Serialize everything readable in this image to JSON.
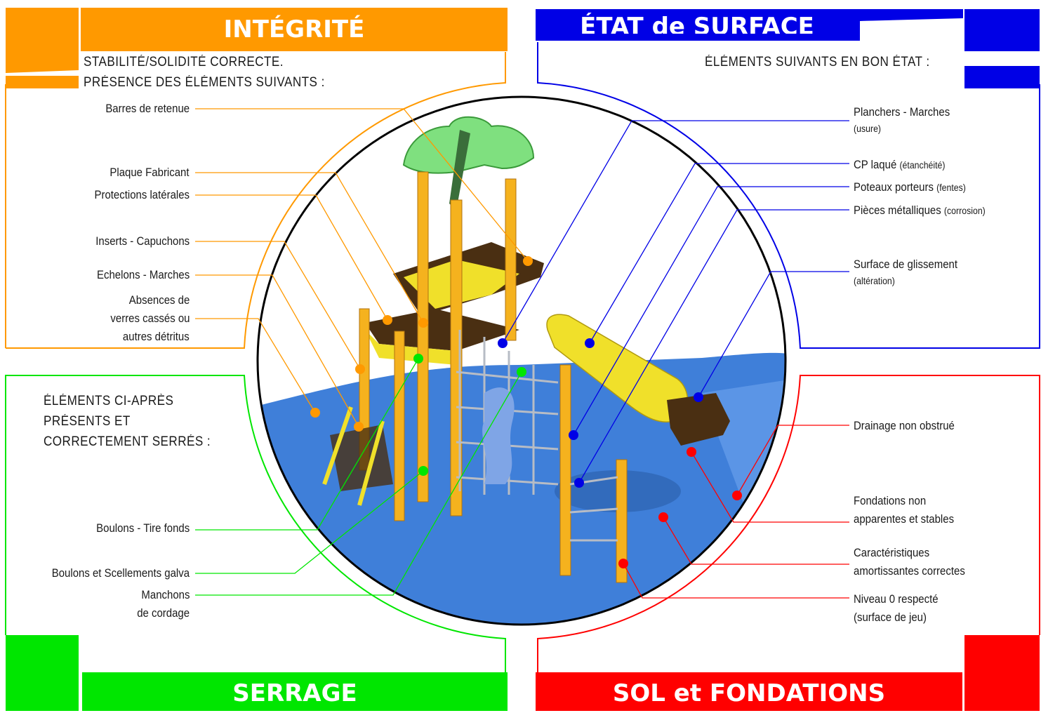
{
  "sections": {
    "integrite": {
      "title": "INTÉGRITÉ",
      "header_lines": [
        "STABILITÉ/SOLIDITÉ CORRECTE.",
        "PRÉSENCE DES ÉLÉMENTS SUIVANTS :"
      ],
      "items": [
        "Barres de  retenue",
        "Plaque Fabricant",
        "Protections latérales",
        "Inserts - Capuchons",
        "Echelons - Marches",
        "Absences de",
        "verres cassés ou",
        "autres détritus"
      ],
      "color": "#ff9900"
    },
    "etat_surface": {
      "title": "ÉTAT de SURFACE",
      "header": "ÉLÉMENTS SUIVANTS EN BON ÉTAT :",
      "items": [
        {
          "label": "Planchers - Marches",
          "note": "(usure)"
        },
        {
          "label": "CP laqué",
          "note": "(étanchéité)"
        },
        {
          "label": "Poteaux porteurs",
          "note": "(fentes)"
        },
        {
          "label": "Pièces métalliques",
          "note": "(corrosion)"
        },
        {
          "label": "Surface de glissement",
          "note": "(altération)"
        }
      ],
      "color": "#0000e6"
    },
    "serrage": {
      "title": "SERRAGE",
      "header_lines": [
        "ÉLÉMENTS CI-APRÈS",
        "PRÉSENTS ET",
        "CORRECTEMENT SERRÉS :"
      ],
      "items": [
        "Boulons - Tire fonds",
        "Boulons et Scellements galva",
        "Manchons",
        "de cordage"
      ],
      "color": "#00e600"
    },
    "sol": {
      "title": "SOL et FONDATIONS",
      "items": [
        "Drainage non obstrué",
        "Fondations non",
        "apparentes et stables",
        "Caractéristiques",
        "amortissantes correctes",
        "Niveau 0 respecté",
        "(surface de jeu)"
      ],
      "color": "#ff0000"
    }
  }
}
